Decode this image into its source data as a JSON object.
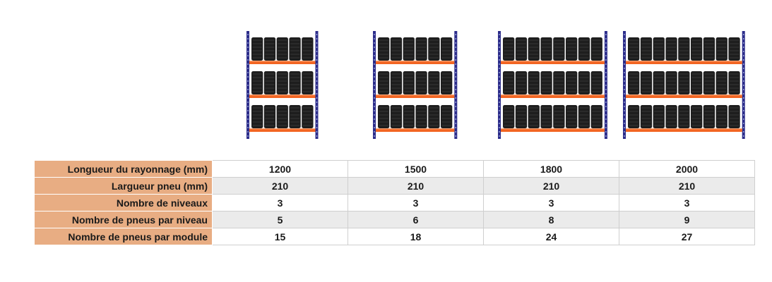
{
  "colors": {
    "frame": "#2c2c8a",
    "beam": "#f26522",
    "tire": "#1e1e1e",
    "header_cell": "#e8ad83",
    "alt_row": "#ebebeb"
  },
  "racks": [
    {
      "levels": 3,
      "tires_per_level": 5
    },
    {
      "levels": 3,
      "tires_per_level": 6
    },
    {
      "levels": 3,
      "tires_per_level": 8
    },
    {
      "levels": 3,
      "tires_per_level": 9
    }
  ],
  "table": {
    "rows": [
      {
        "label": "Longueur du rayonnage (mm)",
        "values": [
          "1200",
          "1500",
          "1800",
          "2000"
        ]
      },
      {
        "label": "Largueur pneu (mm)",
        "values": [
          "210",
          "210",
          "210",
          "210"
        ]
      },
      {
        "label": "Nombre de niveaux",
        "values": [
          "3",
          "3",
          "3",
          "3"
        ]
      },
      {
        "label": "Nombre de pneus par niveau",
        "values": [
          "5",
          "6",
          "8",
          "9"
        ]
      },
      {
        "label": "Nombre de pneus par module",
        "values": [
          "15",
          "18",
          "24",
          "27"
        ]
      }
    ]
  }
}
